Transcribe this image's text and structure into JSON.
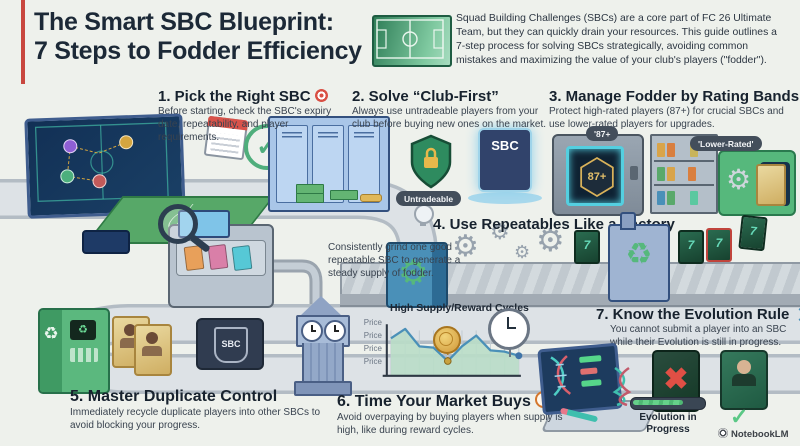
{
  "header": {
    "title_line1": "The Smart SBC Blueprint:",
    "title_line2": "7 Steps to Fodder Efficiency",
    "intro": "Squad Building Challenges (SBCs) are a core part of FC 26 Ultimate Team, but they can quickly drain your resources. This guide outlines a 7-step process for solving SBCs strategically, avoiding common mistakes and maximizing the value of your club's players (\"fodder\").",
    "accent_color": "#c8473f"
  },
  "steps": [
    {
      "title": "1. Pick the Right SBC",
      "desc": "Before starting, check the SBC's expiry date, repeatability, and player requirements."
    },
    {
      "title": "2. Solve “Club-First”",
      "desc": "Always use untradeable players from your club before buying new ones on the market."
    },
    {
      "title": "3. Manage Fodder by Rating Bands",
      "desc": "Protect high-rated players (87+) for crucial SBCs and use lower-rated players for upgrades."
    },
    {
      "title": "4. Use Repeatables Like a Factory",
      "desc": "Consistently grind one good repeatable SBC to generate a steady supply of fodder."
    },
    {
      "title": "5. Master Duplicate Control",
      "desc": "Immediately recycle duplicate players into other SBCs to avoid blocking your progress."
    },
    {
      "title": "6. Time Your Market Buys",
      "desc": "Avoid overpaying by buying players when supply is high, like during reward cycles."
    },
    {
      "title": "7. Know the Evolution Rule",
      "desc": "You cannot submit a player into an SBC while their Evolution is still in progress."
    }
  ],
  "labels": {
    "untradeable": "Untradeable",
    "sbc_card": "SBC",
    "sbc_panel": "SBC",
    "rating_tag": "'87+",
    "rating_badge": "87+",
    "lower_rated_tag": "'Lower-Rated'",
    "evolution_progress": "Evolution in Progress"
  },
  "chart_data": {
    "type": "area",
    "title": "High Supply/Reward Cycles",
    "y_tick_labels": [
      "Price",
      "Price",
      "Price",
      "Price"
    ],
    "x": [
      0,
      1,
      2,
      3,
      4,
      5,
      6,
      7,
      8,
      9
    ],
    "values": [
      2.8,
      3.5,
      2.2,
      2.1,
      1.1,
      2.2,
      3.0,
      1.9,
      1.8,
      1.5
    ],
    "ylim": [
      0,
      4
    ],
    "grid": true,
    "line_color": "#4a90b8",
    "fill_color": "#b9ddc8",
    "annotations": [
      {
        "at_index": 4,
        "marker": "coin-low-price"
      },
      {
        "at_index": 9,
        "marker": "clock-end-point"
      }
    ]
  },
  "footer": {
    "brand": "NotebookLM"
  },
  "palette": {
    "background": "#eef1ec",
    "navy_text": "#1c2937",
    "road_grey": "#dde2e6",
    "green": "#56b87c",
    "gold": "#d9b25a",
    "teal_glow": "#54cfe0"
  }
}
